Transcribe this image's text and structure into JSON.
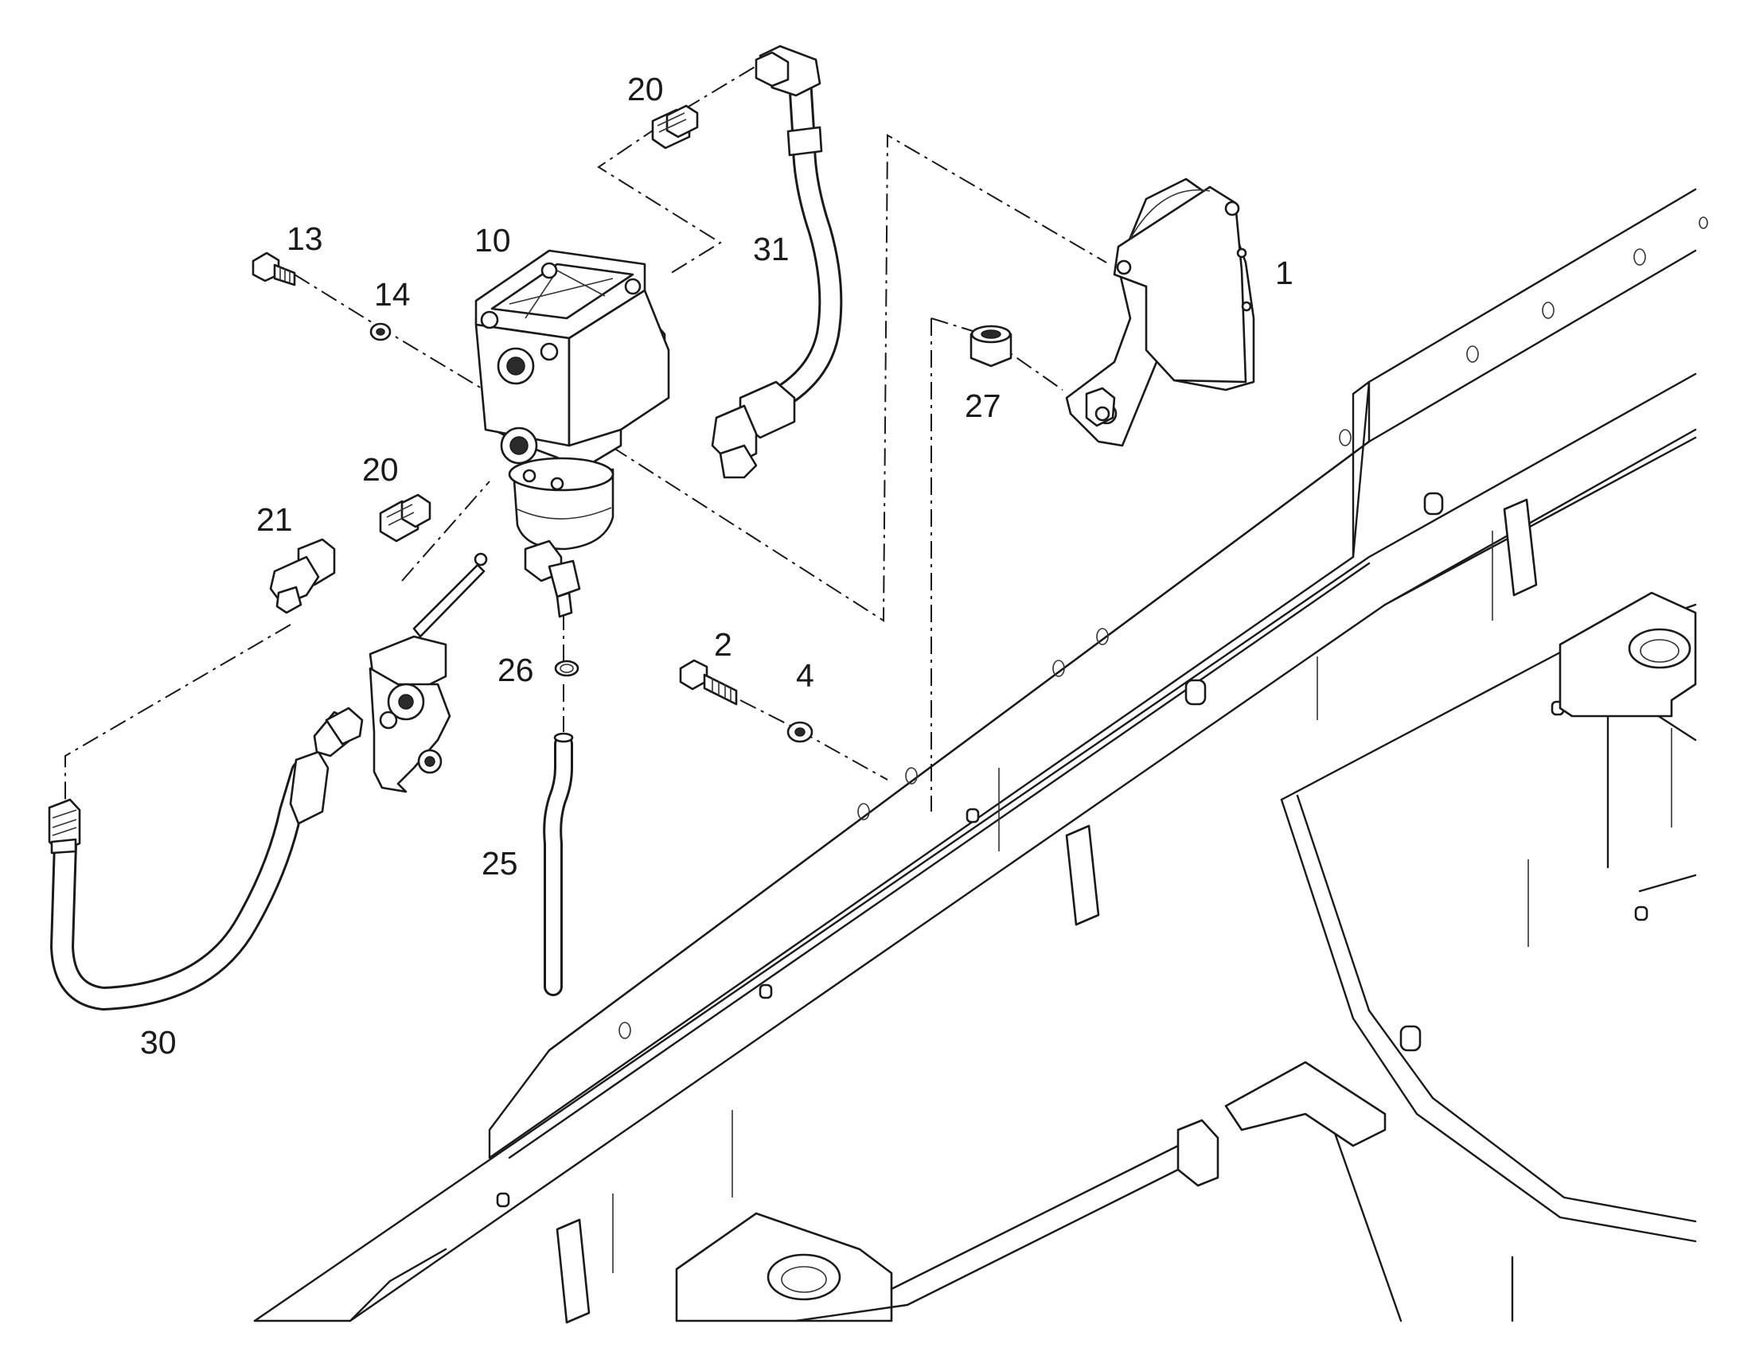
{
  "callouts": [
    {
      "id": "label-20-top",
      "text": "20"
    },
    {
      "id": "label-31",
      "text": "31"
    },
    {
      "id": "label-13",
      "text": "13"
    },
    {
      "id": "label-10",
      "text": "10"
    },
    {
      "id": "label-14",
      "text": "14"
    },
    {
      "id": "label-1",
      "text": "1"
    },
    {
      "id": "label-27",
      "text": "27"
    },
    {
      "id": "label-20-mid",
      "text": "20"
    },
    {
      "id": "label-21",
      "text": "21"
    },
    {
      "id": "label-2",
      "text": "2"
    },
    {
      "id": "label-4",
      "text": "4"
    },
    {
      "id": "label-26",
      "text": "26"
    },
    {
      "id": "label-25",
      "text": "25"
    },
    {
      "id": "label-30",
      "text": "30"
    }
  ]
}
